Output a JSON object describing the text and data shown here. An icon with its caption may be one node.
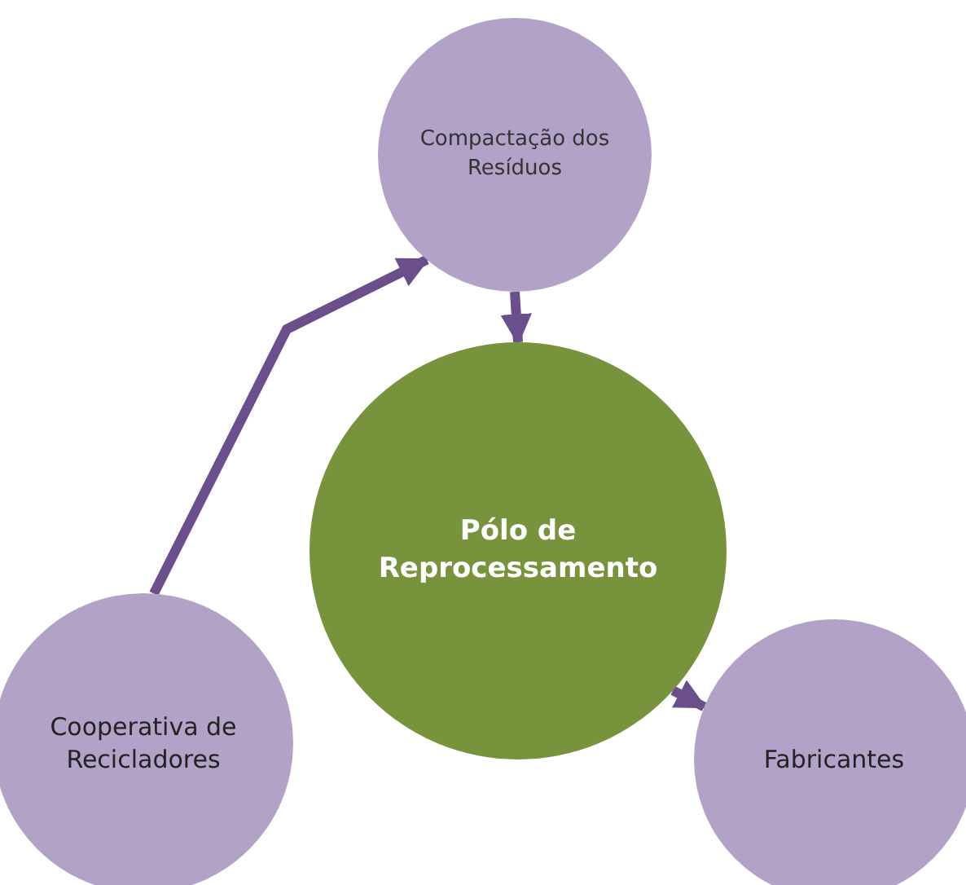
{
  "diagram": {
    "nodes": [
      {
        "text": [
          "Compactação dos Resíduos"
        ]
      },
      {
        "text": [
          "Pólo de Reprocessamento"
        ]
      },
      {
        "text": [
          "Cooperativa de Recicladores"
        ]
      },
      {
        "text": [
          "Fabricantes"
        ]
      }
    ],
    "edges": [
      {
        "from": 2,
        "to": 0,
        "arrow": "to"
      },
      {
        "from": 0,
        "to": 1,
        "arrow": "to"
      },
      {
        "from": 1,
        "to": 3,
        "arrow": "to"
      }
    ]
  }
}
